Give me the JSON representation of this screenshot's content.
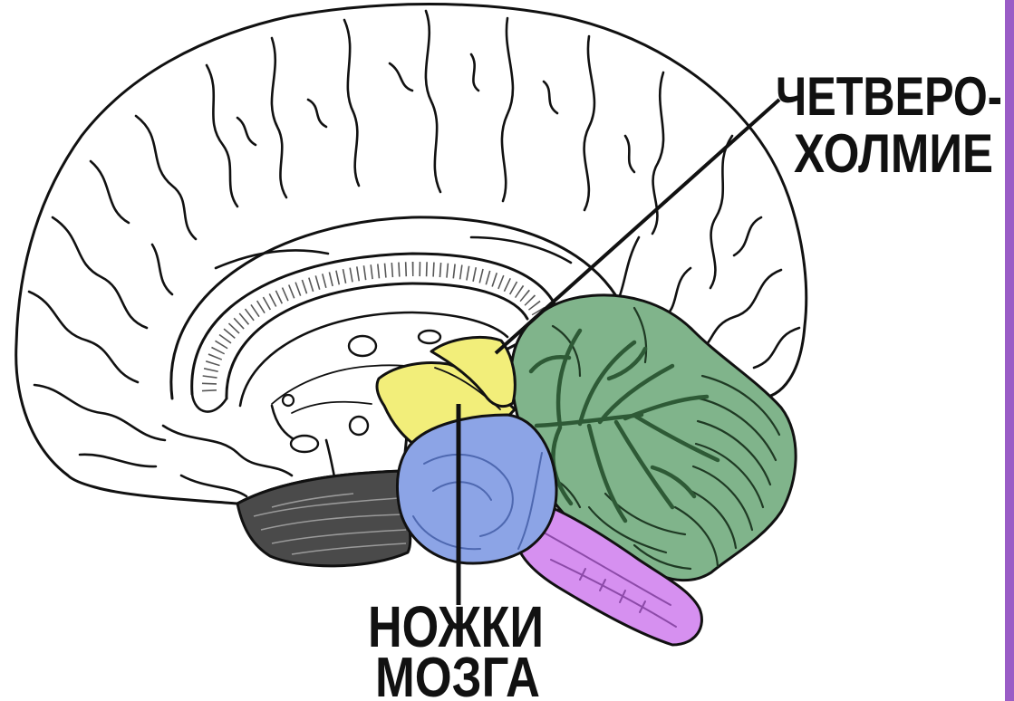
{
  "labels": {
    "quadrigemina": {
      "line1": "ЧЕТВЕРО-",
      "line2": "ХОЛМИЕ"
    },
    "peduncles": {
      "line1": "НОЖКИ",
      "line2": "МОЗГА"
    }
  },
  "colors": {
    "midbrain": "#f2ee7a",
    "pons": "#8ca4e6",
    "medulla": "#d690f0",
    "cerebellum": "#80b48b",
    "arbor_vitae": "#2e5a36",
    "temporal_surface": "#4a4a4a",
    "frame_edge": "#9a5cc6"
  }
}
